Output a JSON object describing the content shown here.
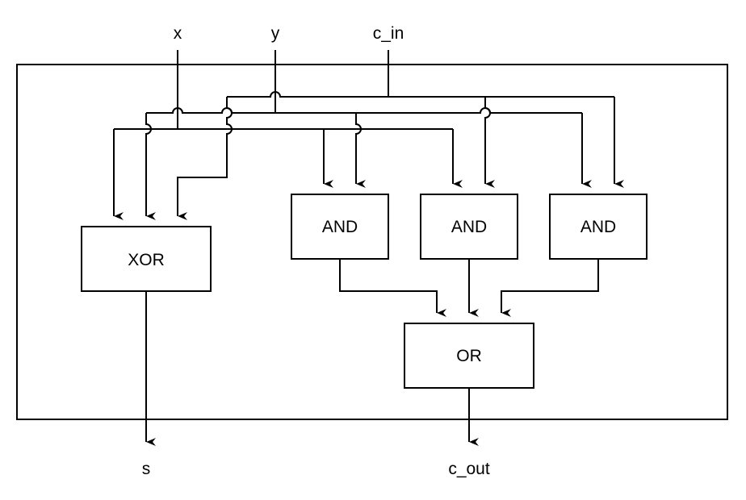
{
  "signals": {
    "inputs": [
      "x",
      "y",
      "c_in"
    ],
    "outputs": [
      "s",
      "c_out"
    ]
  },
  "gates": [
    {
      "id": "xor",
      "label": "XOR"
    },
    {
      "id": "and1",
      "label": "AND"
    },
    {
      "id": "and2",
      "label": "AND"
    },
    {
      "id": "and3",
      "label": "AND"
    },
    {
      "id": "or",
      "label": "OR"
    }
  ],
  "colors": {
    "stroke": "#000000",
    "background": "#ffffff"
  }
}
